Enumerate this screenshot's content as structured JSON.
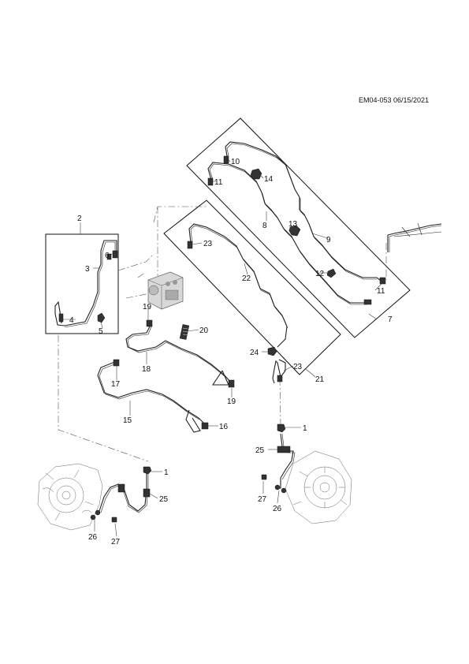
{
  "document_code": "EM04-053 06/15/2021",
  "callouts": {
    "c1a": "1",
    "c1b": "1",
    "c2": "2",
    "c3": "3",
    "c4": "4",
    "c5": "5",
    "c6": "6",
    "c7": "7",
    "c8": "8",
    "c9": "9",
    "c10": "10",
    "c11a": "11",
    "c11b": "11",
    "c12": "12",
    "c13": "13",
    "c14": "14",
    "c15": "15",
    "c16": "16",
    "c17": "17",
    "c18": "18",
    "c19a": "19",
    "c19b": "19",
    "c20": "20",
    "c21": "21",
    "c22": "22",
    "c23a": "23",
    "c23b": "23",
    "c24": "24",
    "c25a": "25",
    "c25b": "25",
    "c26a": "26",
    "c26b": "26",
    "c27a": "27",
    "c27b": "27"
  },
  "icons": [
    "brake-line-icon",
    "abs-modulator-icon",
    "fitting-icon",
    "clip-icon",
    "knuckle-assembly-icon"
  ]
}
